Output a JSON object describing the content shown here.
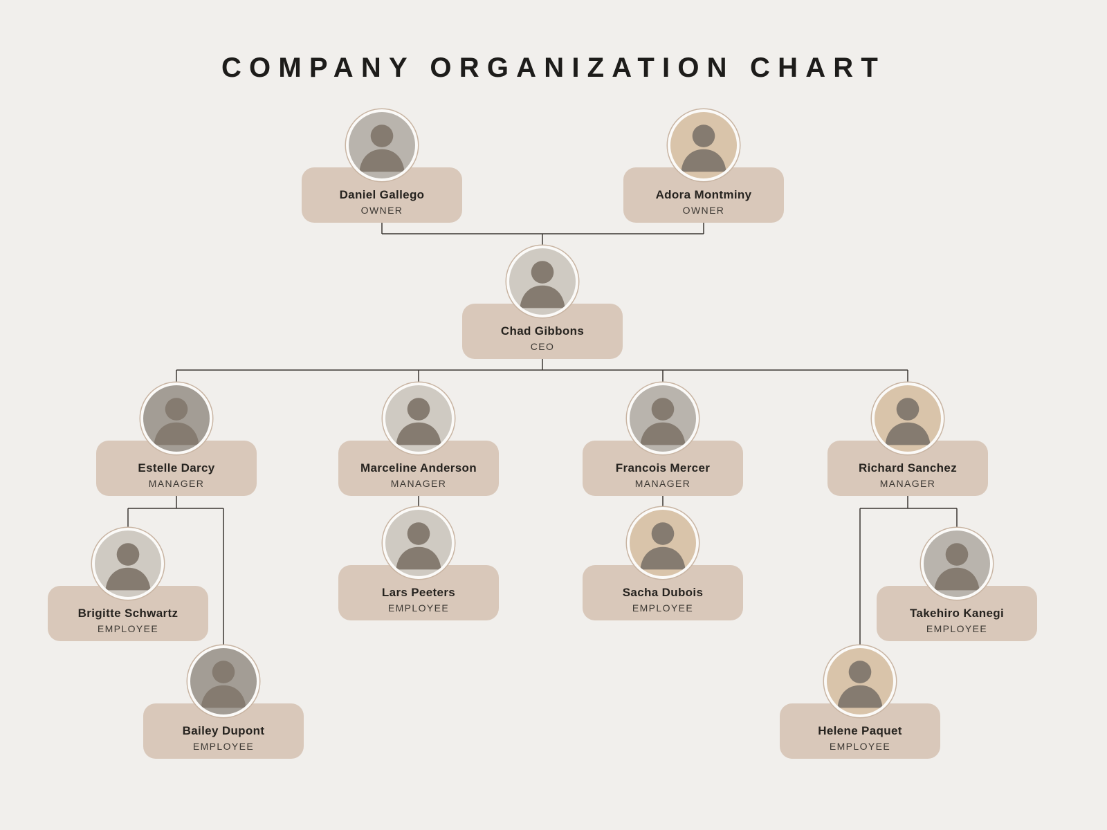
{
  "title": "COMPANY ORGANIZATION CHART",
  "colors": {
    "background": "#f1efec",
    "card": "#d9c8ba",
    "connector": "#3a3632",
    "title_text": "#1d1c1a",
    "avatar_ring": "#c8b4a2"
  },
  "nodes": [
    {
      "name": "Daniel Gallego",
      "role": "OWNER",
      "reports_to": null
    },
    {
      "name": "Adora Montminy",
      "role": "OWNER",
      "reports_to": null
    },
    {
      "name": "Chad Gibbons",
      "role": "CEO",
      "reports_to": "Daniel Gallego & Adora Montminy"
    },
    {
      "name": "Estelle Darcy",
      "role": "MANAGER",
      "reports_to": "Chad Gibbons"
    },
    {
      "name": "Marceline Anderson",
      "role": "MANAGER",
      "reports_to": "Chad Gibbons"
    },
    {
      "name": "Francois Mercer",
      "role": "MANAGER",
      "reports_to": "Chad Gibbons"
    },
    {
      "name": "Richard Sanchez",
      "role": "MANAGER",
      "reports_to": "Chad Gibbons"
    },
    {
      "name": "Brigitte Schwartz",
      "role": "EMPLOYEE",
      "reports_to": "Estelle Darcy"
    },
    {
      "name": "Bailey Dupont",
      "role": "EMPLOYEE",
      "reports_to": "Estelle Darcy"
    },
    {
      "name": "Lars Peeters",
      "role": "EMPLOYEE",
      "reports_to": "Marceline Anderson"
    },
    {
      "name": "Sacha Dubois",
      "role": "EMPLOYEE",
      "reports_to": "Francois Mercer"
    },
    {
      "name": "Takehiro Kanegi",
      "role": "EMPLOYEE",
      "reports_to": "Richard Sanchez"
    },
    {
      "name": "Helene Paquet",
      "role": "EMPLOYEE",
      "reports_to": "Richard Sanchez"
    }
  ]
}
